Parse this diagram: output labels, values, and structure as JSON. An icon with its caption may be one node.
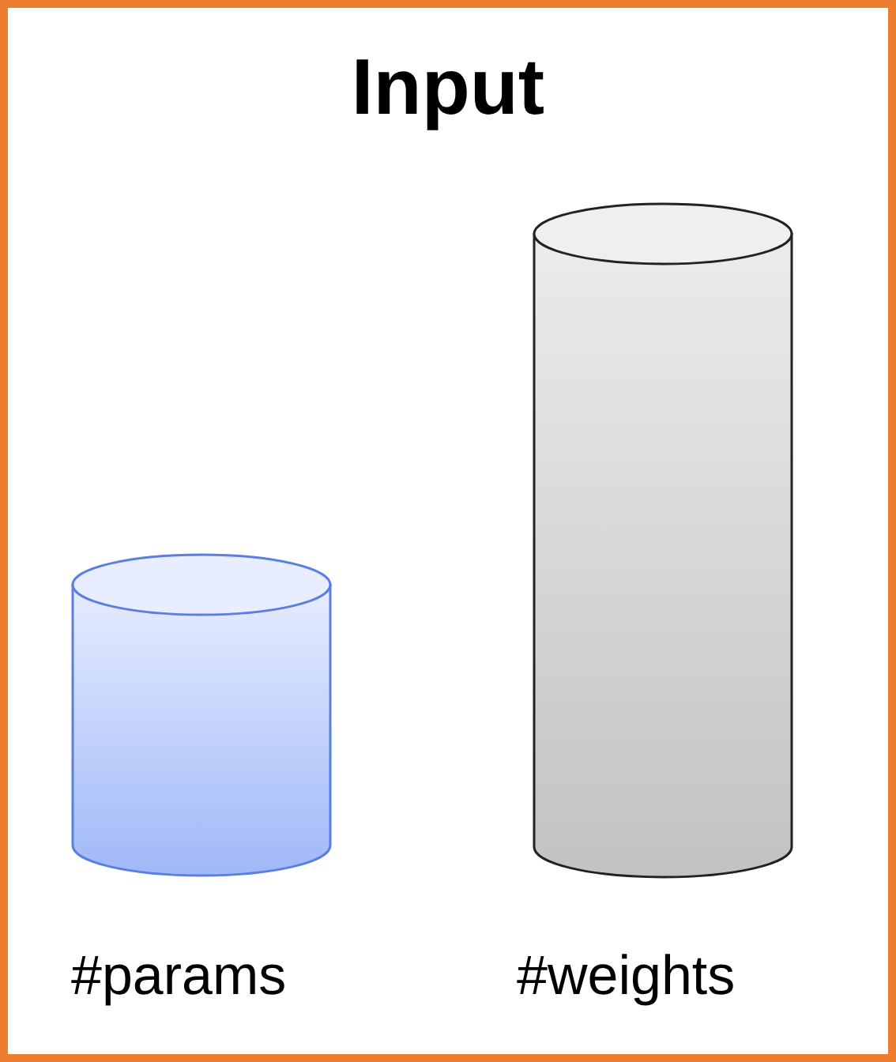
{
  "diagram": {
    "nodes": [
      {
        "text": [
          "Input"
        ]
      },
      {
        "text": [
          "#params"
        ],
        "in": 0
      },
      {
        "text": [
          "#weights"
        ],
        "in": 0
      }
    ],
    "edges": []
  }
}
